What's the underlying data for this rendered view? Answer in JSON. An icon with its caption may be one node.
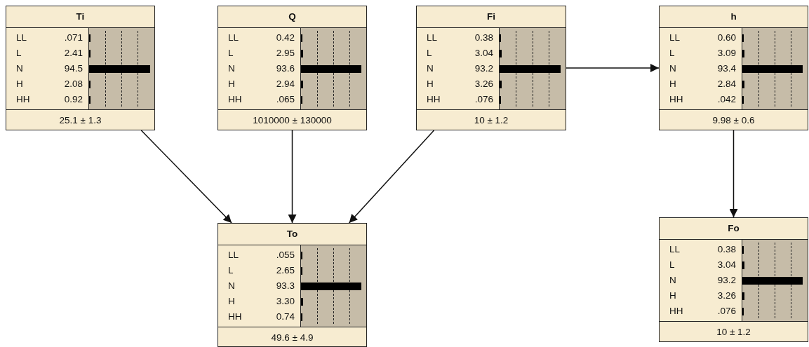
{
  "diagram": {
    "nodes": [
      {
        "text": [
          "Ti",
          "LL",
          ".071",
          "L",
          "2.41",
          "N",
          "94.5",
          "H",
          "2.08",
          "HH",
          "0.92",
          "25.1 ± 1.3"
        ]
      },
      {
        "text": [
          "Q",
          "LL",
          "0.42",
          "L",
          "2.95",
          "N",
          "93.6",
          "H",
          "2.94",
          "HH",
          ".065",
          "1010000 ± 130000"
        ]
      },
      {
        "text": [
          "Fi",
          "LL",
          "0.38",
          "L",
          "3.04",
          "N",
          "93.2",
          "H",
          "3.26",
          "HH",
          ".076",
          "10 ± 1.2"
        ]
      },
      {
        "text": [
          "h",
          "LL",
          "0.60",
          "L",
          "3.09",
          "N",
          "93.4",
          "H",
          "2.84",
          "HH",
          ".042",
          "9.98 ± 0.6"
        ]
      },
      {
        "text": [
          "To",
          "LL",
          ".055",
          "L",
          "2.65",
          "N",
          "93.3",
          "H",
          "3.30",
          "HH",
          "0.74",
          "49.6 ± 4.9"
        ]
      },
      {
        "text": [
          "Fo",
          "LL",
          "0.38",
          "L",
          "3.04",
          "N",
          "93.2",
          "H",
          "3.26",
          "HH",
          ".076",
          "10 ± 1.2"
        ]
      }
    ],
    "edges": [
      {
        "from": 0,
        "to": 4,
        "arrow": "to"
      },
      {
        "from": 1,
        "to": 4,
        "arrow": "to"
      },
      {
        "from": 2,
        "to": 4,
        "arrow": "to"
      },
      {
        "from": 2,
        "to": 3,
        "arrow": "to"
      },
      {
        "from": 3,
        "to": 5,
        "arrow": "to"
      }
    ]
  }
}
